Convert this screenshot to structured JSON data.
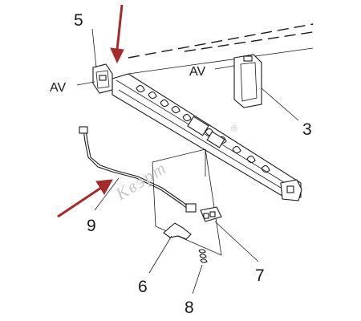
{
  "labels": {
    "part_5": "5",
    "part_3": "3",
    "part_9": "9",
    "part_6": "6",
    "part_7": "7",
    "part_8": "8",
    "av_left": "AV",
    "av_right": "AV"
  },
  "watermark": {
    "text": "Квэрт",
    "mark": "®"
  },
  "colors": {
    "arrow": "#a52a2a",
    "line": "#1a1a1a",
    "watermark": "#c9c9c9"
  }
}
